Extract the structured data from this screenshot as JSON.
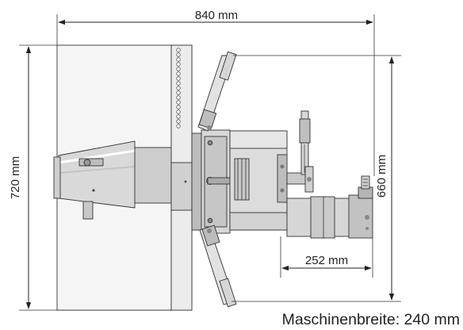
{
  "dimensions": {
    "overall_width": "840 mm",
    "overall_height": "720 mm",
    "upper_height": "660 mm",
    "motor_length": "252 mm"
  },
  "caption": "Maschinenbreite: 240 mm"
}
